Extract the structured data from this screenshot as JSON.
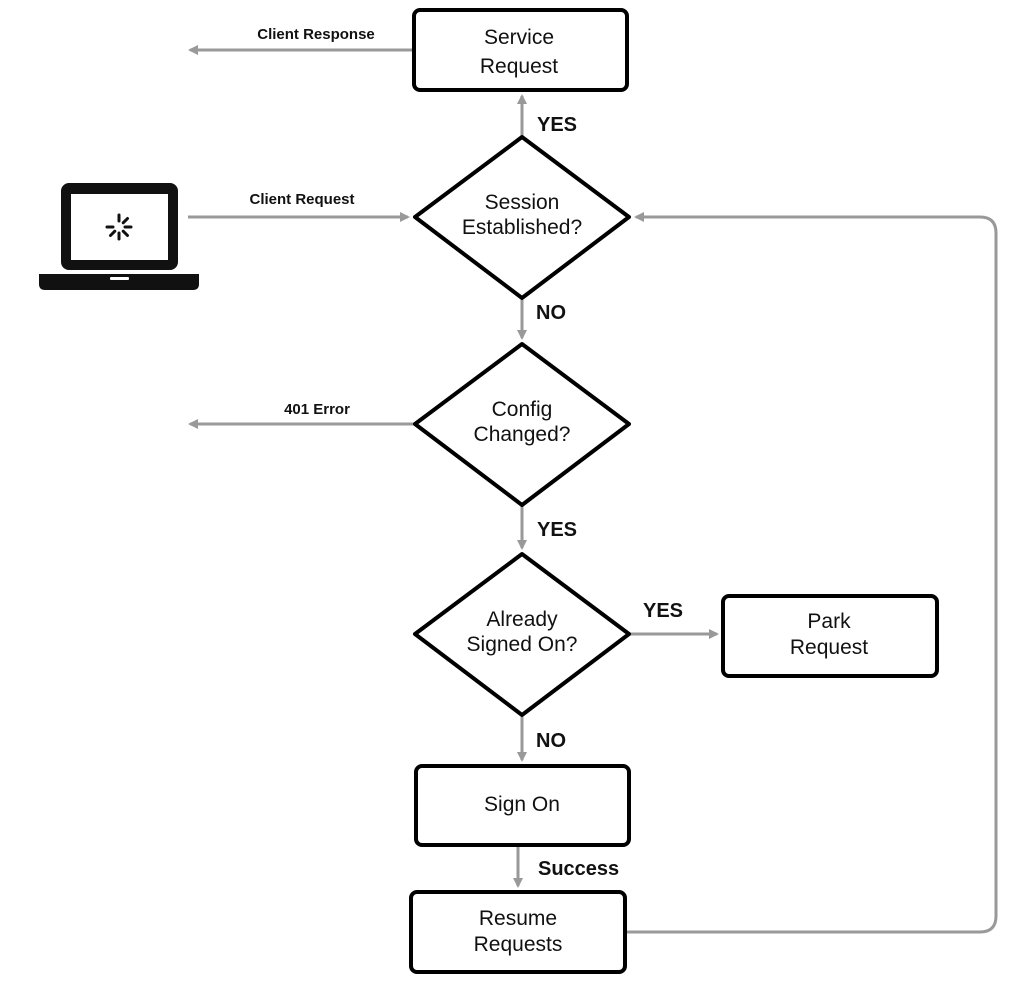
{
  "nodes": {
    "service_request": {
      "line1": "Service",
      "line2": "Request"
    },
    "session_established": {
      "line1": "Session",
      "line2": "Established?"
    },
    "config_changed": {
      "line1": "Config",
      "line2": "Changed?"
    },
    "already_signed_on": {
      "line1": "Already",
      "line2": "Signed On?"
    },
    "park_request": {
      "line1": "Park",
      "line2": "Request"
    },
    "sign_on": {
      "label": "Sign On"
    },
    "resume_requests": {
      "line1": "Resume",
      "line2": "Requests"
    }
  },
  "edges": {
    "client_response": "Client Response",
    "client_request": "Client Request",
    "error_401": "401 Error",
    "session_yes": "YES",
    "session_no": "NO",
    "config_yes": "YES",
    "signed_yes": "YES",
    "signed_no": "NO",
    "sign_on_success": "Success"
  },
  "colors": {
    "arrow": "#999999",
    "border": "#000000",
    "text": "#111111"
  },
  "icons": {
    "client": "laptop-icon",
    "spinner": "loading-spinner-icon"
  }
}
